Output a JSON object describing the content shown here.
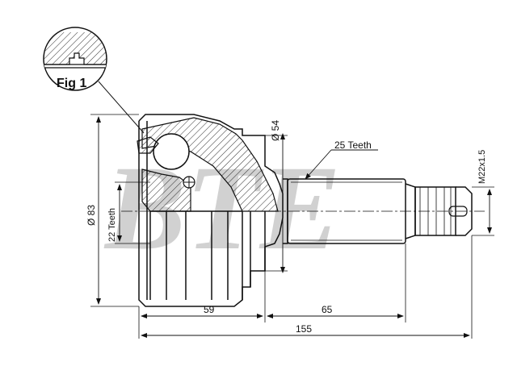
{
  "watermark": {
    "text": "BTE",
    "color": "#c9c9c9"
  },
  "figure": {
    "label": "Fig 1"
  },
  "dimensions": {
    "outer_diameter": "Ø 83",
    "inner_teeth": "22 Teeth",
    "bell_diameter": "Ø 54",
    "shaft_teeth": "25 Teeth",
    "thread": "M22x1.5",
    "body_length": "59",
    "shaft_length": "65",
    "total_length": "155"
  },
  "colors": {
    "line": "#111111",
    "hatch": "#333333",
    "background": "#ffffff"
  }
}
